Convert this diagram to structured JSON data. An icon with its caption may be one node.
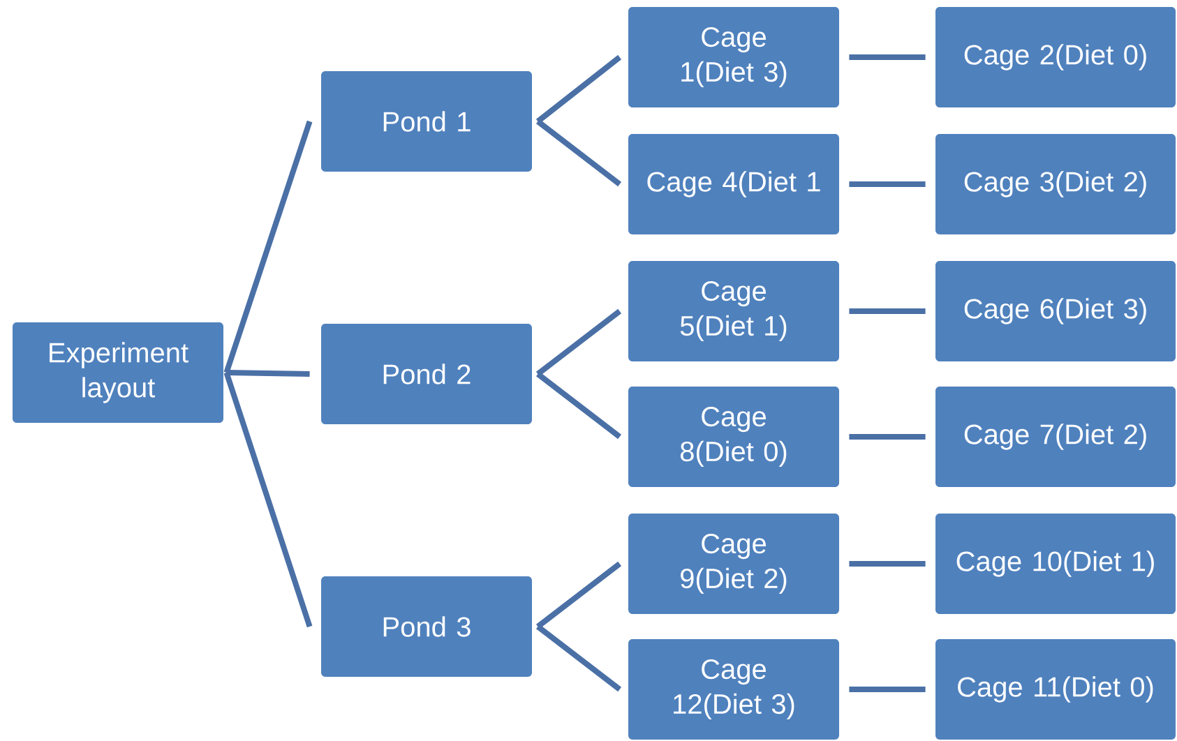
{
  "diagram": {
    "nodes": [
      {
        "text": [
          "Experiment layout"
        ]
      },
      {
        "text": [
          "Pond 1"
        ]
      },
      {
        "text": [
          "Cage 1(Diet 3)"
        ]
      },
      {
        "text": [
          "Cage 2(Diet 0)"
        ]
      },
      {
        "text": [
          "Cage 4(Diet 1"
        ]
      },
      {
        "text": [
          "Cage 3(Diet 2)"
        ]
      },
      {
        "text": [
          "Pond 2"
        ]
      },
      {
        "text": [
          "Cage 5(Diet 1)"
        ]
      },
      {
        "text": [
          "Cage 6(Diet 3)"
        ]
      },
      {
        "text": [
          "Cage 8(Diet 0)"
        ]
      },
      {
        "text": [
          "Cage 7(Diet 2)"
        ]
      },
      {
        "text": [
          "Pond 3"
        ]
      },
      {
        "text": [
          "Cage 9(Diet 2)"
        ]
      },
      {
        "text": [
          "Cage 10(Diet 1)"
        ]
      },
      {
        "text": [
          "Cage 12(Diet 3)"
        ]
      },
      {
        "text": [
          "Cage 11(Diet 0)"
        ]
      }
    ],
    "edges": [
      {
        "from": 0,
        "to": 1,
        "arrow": "none"
      },
      {
        "from": 0,
        "to": 6,
        "arrow": "none"
      },
      {
        "from": 0,
        "to": 11,
        "arrow": "none"
      },
      {
        "from": 1,
        "to": 2,
        "arrow": "none"
      },
      {
        "from": 1,
        "to": 4,
        "arrow": "none"
      },
      {
        "from": 2,
        "to": 3,
        "arrow": "none"
      },
      {
        "from": 4,
        "to": 5,
        "arrow": "none"
      },
      {
        "from": 6,
        "to": 7,
        "arrow": "none"
      },
      {
        "from": 6,
        "to": 9,
        "arrow": "none"
      },
      {
        "from": 7,
        "to": 8,
        "arrow": "none"
      },
      {
        "from": 9,
        "to": 10,
        "arrow": "none"
      },
      {
        "from": 11,
        "to": 12,
        "arrow": "none"
      },
      {
        "from": 11,
        "to": 14,
        "arrow": "none"
      },
      {
        "from": 12,
        "to": 13,
        "arrow": "none"
      },
      {
        "from": 14,
        "to": 15,
        "arrow": "none"
      }
    ]
  }
}
